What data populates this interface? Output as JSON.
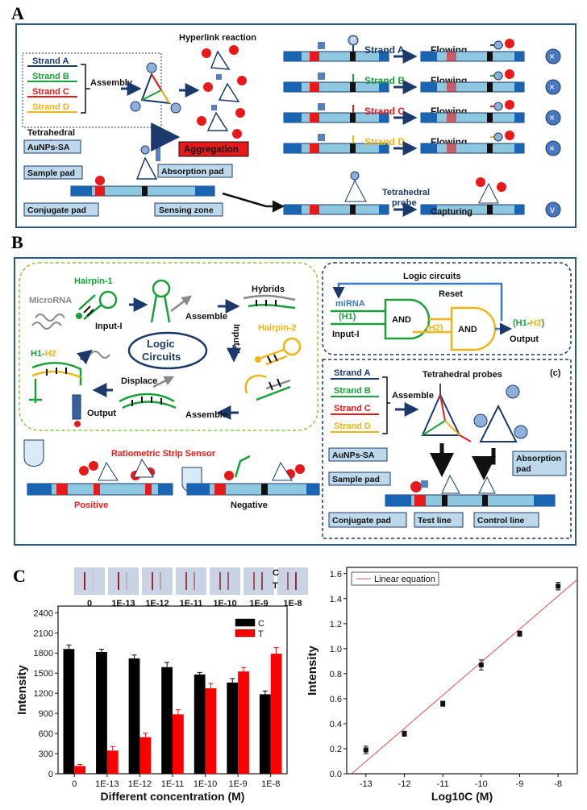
{
  "panel_a": {
    "letter": "A",
    "hyperlink_title": "Hyperlink reaction",
    "strands": [
      "Strand A",
      "Strand B",
      "Strand C",
      "Strand D"
    ],
    "assembly": "Assembly",
    "tetra_label": "Tetrahedral probe",
    "aunps": "AuNPs-SA",
    "sample_pad": "Sample pad",
    "conjugate_pad": "Conjugate pad",
    "sensing_zone": "Sensing zone",
    "absorption_pad": "Absorption pad",
    "aggregation": "Aggregation",
    "flowing": "Flowing",
    "capturing": "Capturing",
    "tetra_right": "Tetrahedral probe",
    "mark_x": "×",
    "mark_v": "v",
    "b": "B"
  },
  "panel_b": {
    "letter": "B",
    "microrna": "MicroRNA",
    "hairpin1": "Hairpin-1",
    "hairpin2": "Hairpin-2",
    "hybrids": "Hybrids",
    "assemble": "Assemble",
    "input1": "Input-I",
    "input2": "Input-II",
    "logic_circuits_oval": "Logic Circuits",
    "displace": "Displace",
    "output": "Output",
    "h1_h2": "H1-H2",
    "ratiometric": "Ratiometric Strip Sensor",
    "positive": "Positive",
    "negative": "Negative",
    "logic_title": "Logic circuits",
    "reset": "Reset",
    "mirna": "miRNA",
    "h1": "(H1)",
    "and1": "AND",
    "h2": "(H2)",
    "and2": "AND",
    "h1h2_out": "(H1-H2)",
    "output_label": "Output",
    "input_label": "Input-I",
    "c_label": "(c)",
    "tetra_probes": "Tetrahedral probes",
    "strands": [
      "Strand A",
      "Strand B",
      "Strand C",
      "Strand D"
    ],
    "assemble2": "Assemble",
    "aunps": "AuNPs-SA",
    "sample_pad": "Sample pad",
    "absorption": "Absorption",
    "pad": "pad",
    "conjugate_pad": "Conjugate pad",
    "test_line": "Test line",
    "control_line": "Control line"
  },
  "panel_c": {
    "letter": "C",
    "strip_labels": [
      "0",
      "1E-13",
      "1E-12",
      "1E-11",
      "1E-10",
      "1E-9",
      "1E-8"
    ],
    "strip_c": "C",
    "strip_t": "T"
  },
  "colors": {
    "blue_dark": "#1b3a6b",
    "green": "#1aa03a",
    "red": "#e8191a",
    "yellow": "#f0b416",
    "strip_blue": "#8ec7e0",
    "pad_blue": "#1a64b4"
  },
  "chart_data": [
    {
      "type": "bar",
      "xlabel": "Different concentration (M)",
      "ylabel": "Intensity",
      "categories": [
        "0",
        "1E-13",
        "1E-12",
        "1E-11",
        "1E-10",
        "1E-9",
        "1E-8"
      ],
      "ylim": [
        0,
        2500
      ],
      "yticks": [
        0,
        300,
        600,
        900,
        1200,
        1500,
        1800,
        2100,
        2400
      ],
      "legend": "right",
      "series": [
        {
          "name": "C",
          "color": "#000000",
          "values": [
            1860,
            1815,
            1720,
            1590,
            1480,
            1360,
            1185
          ],
          "errors": [
            60,
            40,
            50,
            70,
            30,
            60,
            50
          ]
        },
        {
          "name": "T",
          "color": "#ff0000",
          "values": [
            115,
            345,
            545,
            885,
            1275,
            1525,
            1790
          ],
          "errors": [
            25,
            60,
            60,
            70,
            70,
            60,
            90
          ]
        }
      ]
    },
    {
      "type": "scatter",
      "xlabel": "Log10C (M)",
      "ylabel": "Intensity",
      "x": [
        -13,
        -12,
        -11,
        -10,
        -9,
        -8
      ],
      "y": [
        0.19,
        0.32,
        0.56,
        0.87,
        1.12,
        1.5
      ],
      "errors": [
        0.03,
        0.02,
        0.02,
        0.04,
        0.02,
        0.03
      ],
      "xlim": [
        -13.5,
        -7.5
      ],
      "ylim": [
        0,
        1.65
      ],
      "xticks": [
        -13,
        -12,
        -11,
        -10,
        -9,
        -8
      ],
      "yticks": [
        0.0,
        0.2,
        0.4,
        0.6,
        0.8,
        1.0,
        1.2,
        1.4,
        1.6
      ],
      "fit_label": "Linear equation",
      "legend": "top-left"
    }
  ]
}
